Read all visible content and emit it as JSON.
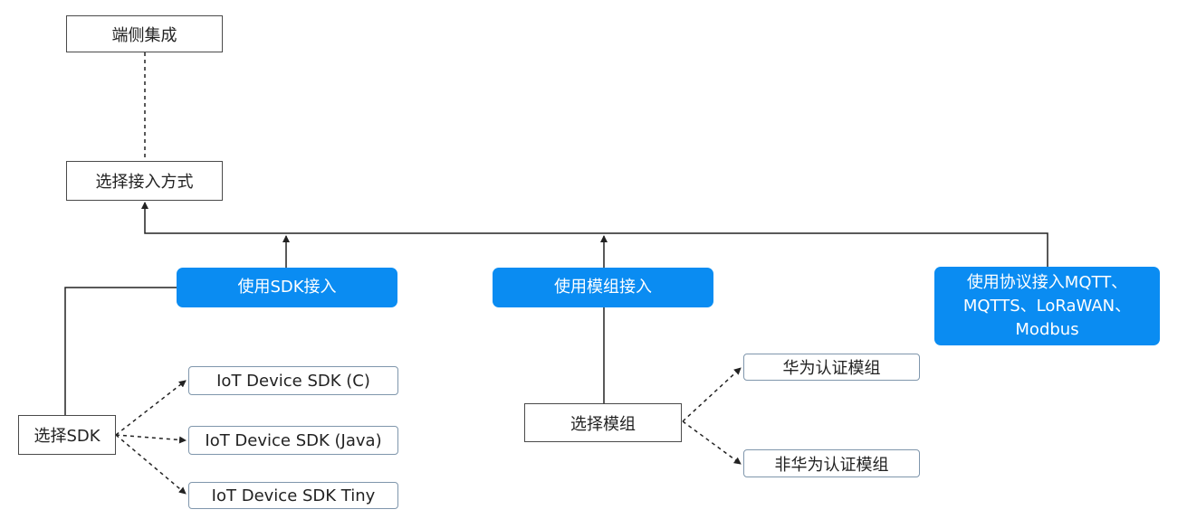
{
  "nodes": {
    "root": "端侧集成",
    "choose_method": "选择接入方式",
    "sdk_access": "使用SDK接入",
    "module_access": "使用模组接入",
    "protocol_access": {
      "line1": "使用协议接入MQTT、",
      "line2": "MQTTS、LoRaWAN、",
      "line3": "Modbus"
    },
    "choose_sdk": "选择SDK",
    "sdk_c": "IoT Device SDK (C)",
    "sdk_java": "IoT Device SDK (Java)",
    "sdk_tiny": "IoT Device SDK Tiny",
    "choose_module": "选择模组",
    "huawei_module": "华为认证模组",
    "non_huawei_module": "非华为认证模组"
  },
  "colors": {
    "accent_blue": "#0a8cf2",
    "line": "#222222",
    "box_border": "#4a4a4a",
    "leaf_border": "#7f96ac"
  }
}
